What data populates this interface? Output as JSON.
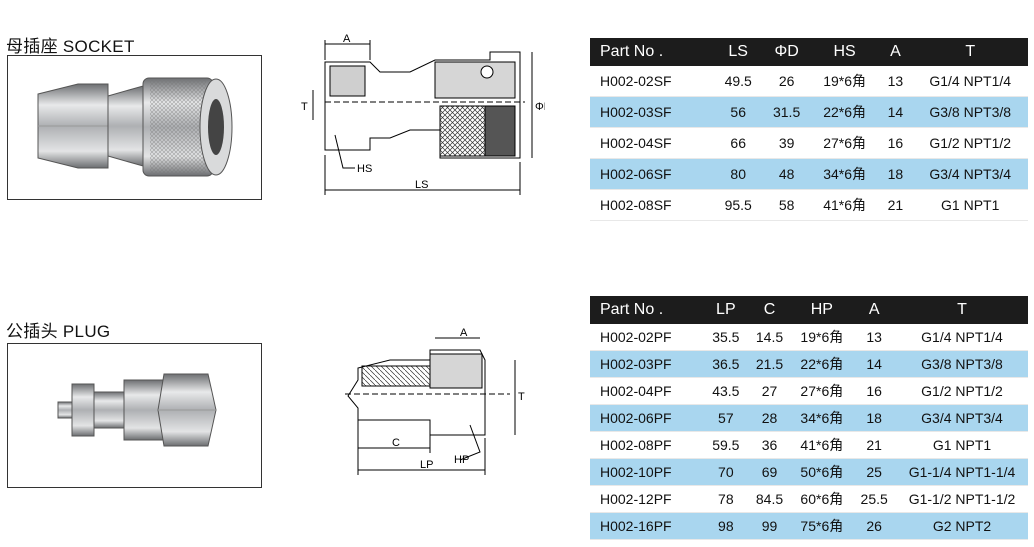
{
  "socket": {
    "title": "母插座 SOCKET",
    "dim_labels": {
      "A": "A",
      "T": "T",
      "D": "ΦD",
      "HS": "HS",
      "LS": "LS"
    },
    "table": {
      "headers": [
        "Part No .",
        "LS",
        "ΦD",
        "HS",
        "A",
        "T"
      ],
      "rows": [
        [
          "H002-02SF",
          "49.5",
          "26",
          "19*6角",
          "13",
          "G1/4  NPT1/4"
        ],
        [
          "H002-03SF",
          "56",
          "31.5",
          "22*6角",
          "14",
          "G3/8  NPT3/8"
        ],
        [
          "H002-04SF",
          "66",
          "39",
          "27*6角",
          "16",
          "G1/2  NPT1/2"
        ],
        [
          "H002-06SF",
          "80",
          "48",
          "34*6角",
          "18",
          "G3/4  NPT3/4"
        ],
        [
          "H002-08SF",
          "95.5",
          "58",
          "41*6角",
          "21",
          "G1  NPT1"
        ]
      ]
    }
  },
  "plug": {
    "title": "公插头 PLUG",
    "dim_labels": {
      "A": "A",
      "T": "T",
      "C": "C",
      "HP": "HP",
      "LP": "LP"
    },
    "table": {
      "headers": [
        "Part No .",
        "LP",
        "C",
        "HP",
        "A",
        "T"
      ],
      "rows": [
        [
          "H002-02PF",
          "35.5",
          "14.5",
          "19*6角",
          "13",
          "G1/4 NPT1/4"
        ],
        [
          "H002-03PF",
          "36.5",
          "21.5",
          "22*6角",
          "14",
          "G3/8 NPT3/8"
        ],
        [
          "H002-04PF",
          "43.5",
          "27",
          "27*6角",
          "16",
          "G1/2 NPT1/2"
        ],
        [
          "H002-06PF",
          "57",
          "28",
          "34*6角",
          "18",
          "G3/4 NPT3/4"
        ],
        [
          "H002-08PF",
          "59.5",
          "36",
          "41*6角",
          "21",
          "G1 NPT1"
        ],
        [
          "H002-10PF",
          "70",
          "69",
          "50*6角",
          "25",
          "G1-1/4 NPT1-1/4"
        ],
        [
          "H002-12PF",
          "78",
          "84.5",
          "60*6角",
          "25.5",
          "G1-1/2 NPT1-1/2"
        ],
        [
          "H002-16PF",
          "98",
          "99",
          "75*6角",
          "26",
          "G2 NPT2"
        ]
      ]
    }
  }
}
